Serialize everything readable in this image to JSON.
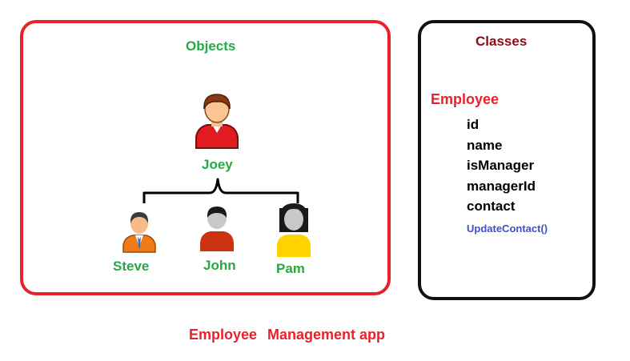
{
  "objects_panel": {
    "title": "Objects",
    "root": {
      "name": "Joey",
      "icon": "user-red-shirt-icon"
    },
    "children": [
      {
        "name": "Steve",
        "icon": "businessman-icon"
      },
      {
        "name": "John",
        "icon": "user-red-icon"
      },
      {
        "name": "Pam",
        "icon": "woman-yellow-icon"
      }
    ]
  },
  "classes_panel": {
    "title": "Classes",
    "class_name": "Employee",
    "fields": [
      "id",
      "name",
      "isManager",
      "managerId",
      "contact"
    ],
    "method": "UpdateContact()"
  },
  "caption": {
    "part1": "Employee",
    "part2": "Management app"
  },
  "colors": {
    "objects_border": "#e8212b",
    "classes_border": "#111111",
    "green_text": "#27a845",
    "maroon_text": "#8a0d12",
    "red_text": "#e8212b",
    "blue_text": "#3f4fc4"
  }
}
